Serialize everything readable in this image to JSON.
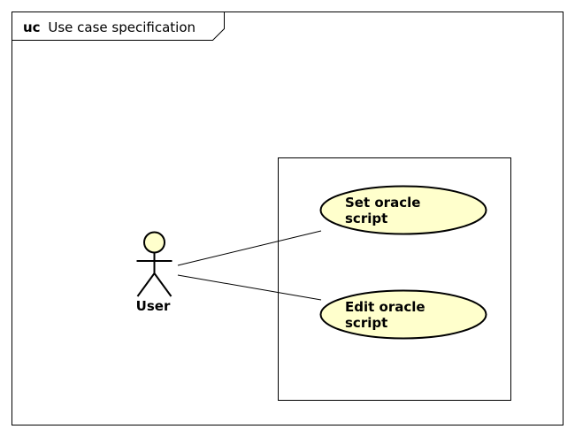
{
  "frame": {
    "keyword": "uc",
    "title": "Use case specification"
  },
  "actor": {
    "name": "User"
  },
  "use_cases": [
    {
      "line1": "Set oracle",
      "line2": "script"
    },
    {
      "line1": "Edit oracle",
      "line2": "script"
    }
  ],
  "colors": {
    "use_case_fill": "#ffffcc",
    "actor_head_fill": "#ffffcc",
    "stroke": "#000000",
    "background": "#ffffff"
  }
}
